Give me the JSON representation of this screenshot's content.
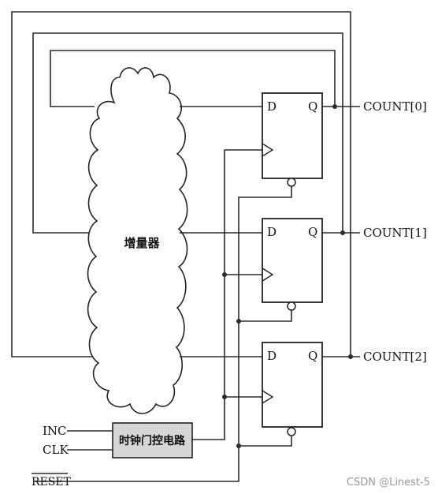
{
  "incrementer_label": "增量器",
  "clock_gate_label": "时钟门控电路",
  "flip_flops": [
    {
      "d_label": "D",
      "q_label": "Q",
      "output_label": "COUNT[0]"
    },
    {
      "d_label": "D",
      "q_label": "Q",
      "output_label": "COUNT[1]"
    },
    {
      "d_label": "D",
      "q_label": "Q",
      "output_label": "COUNT[2]"
    }
  ],
  "inputs": {
    "inc": "INC",
    "clk": "CLK",
    "reset": "RESET"
  },
  "watermark": "CSDN @Linest-5"
}
